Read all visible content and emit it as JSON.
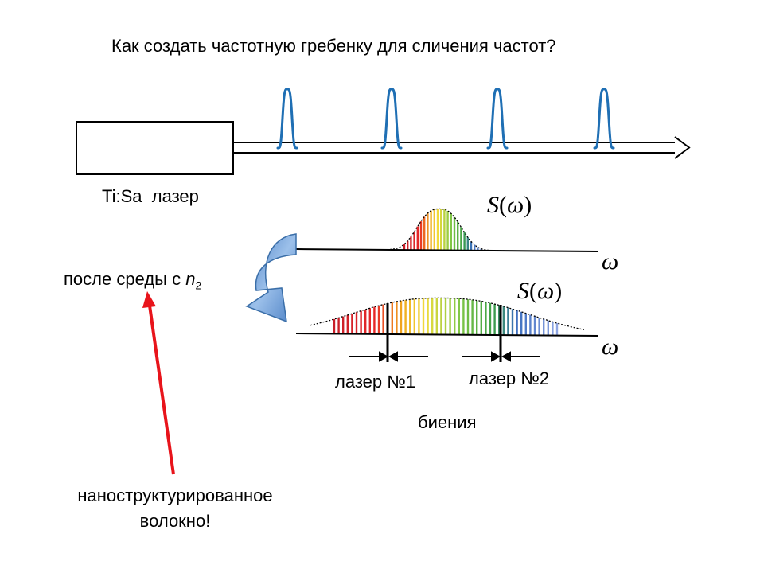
{
  "title": "Как создать частотную гребенку для сличения частот?",
  "laser_label": "Ti:Sa  лазер",
  "medium_label": {
    "text": "после среды с ",
    "var": "n",
    "sub": "2"
  },
  "spectrum_top": {
    "s_label": "S",
    "s_arg": "ω",
    "axis_label": "ω"
  },
  "spectrum_bottom": {
    "s_label": "S",
    "s_arg": "ω",
    "axis_label": "ω"
  },
  "laser1_label": "лазер №1",
  "laser2_label": "лазер №2",
  "beats_label": "биения",
  "fiber_label_line1": "наноструктурированное",
  "fiber_label_line2": "волокно!",
  "colors": {
    "pulse": "#1f6fb4",
    "arrow_red": "#e8141b",
    "curved_arrow": "#5b8fd1",
    "curved_arrow_edge": "#3a6ea8"
  }
}
